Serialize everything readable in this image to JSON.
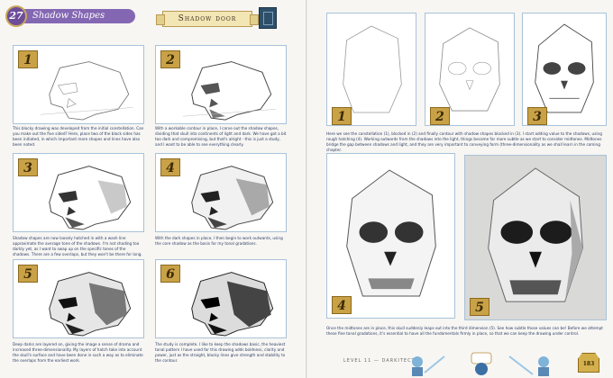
{
  "left": {
    "chapter_number": "27",
    "chapter_title": "Shadow Shapes",
    "banner": "Shadow door",
    "panels": [
      {
        "number": "1",
        "caption": "This blocky drawing was developed from the initial constellation. Can you make out the five sided? Here, place two of the block sides has been initiated, in which important more shapes and lines have also been noted."
      },
      {
        "number": "2",
        "caption": "With a workable contour in place, I carve out the shadow shapes, dividing that skull into continents of light and dark. We have got a bit too dark and compromising, but that's alright - this is just a study, and I want to be able to see everything clearly."
      },
      {
        "number": "3",
        "caption": "Shadow shapes are now loosely hatched in with a wash line approximate the average tone of the shadows. I'm not shading too darkly yet, as I want to swap up on the specific tones of the shadows. There are a few overlaps, but they won't be there for long."
      },
      {
        "number": "4",
        "caption": "With the dark shapes in place, I then begin to work outwards, using the core shadow as the basis for my tonal gradations."
      },
      {
        "number": "5",
        "caption": "Deep darks are layered on, giving the image a sense of drama and increased three-dimensionality. My layers of hatch take into account the skull's surface and have been done in such a way as to eliminate the overlaps from the earliest work."
      },
      {
        "number": "6",
        "caption": "The study is complete. I like to keep the shadows basic, the heaviest tonal pattern I have used for this drawing adds boldness, clarity and power, just as the straight, blocky lines give strength and stability to the contour."
      }
    ]
  },
  "right": {
    "top_panels": [
      {
        "number": "1"
      },
      {
        "number": "2"
      },
      {
        "number": "3"
      }
    ],
    "caption_top": "Here we see the constellation (1), blocked in (2) and finally contour with shadow shapes blocked in (3). I start adding value to the shadows, using rough hatching (4). Working outwards from the shadows into the light, things become far more subtle as we start to consider midtones. Midtones bridge the gap between shadows and light, and they are very important to conveying form (three-dimensionality as we shall learn in the coming chapter.",
    "bottom_panels": [
      {
        "number": "4"
      },
      {
        "number": "5"
      }
    ],
    "caption_bottom": "Once the midtones are in place, this skull suddenly leaps out into the third dimension (5). See how subtle those values can be! Before we attempt these fine tonal gradations, it's essential to have all the fundamentals firmly in place, so that we can keep the drawing under control.",
    "footer": "LEVEL 11 — DARKITECT",
    "page_number": "183"
  }
}
